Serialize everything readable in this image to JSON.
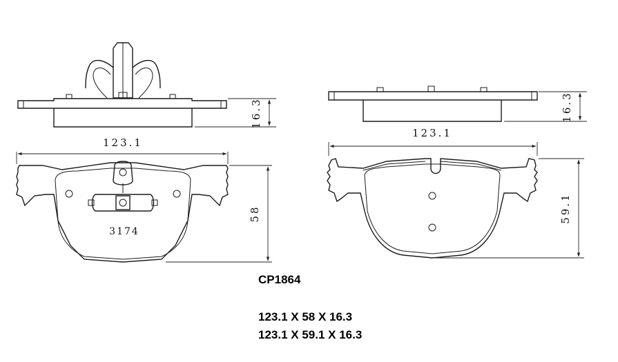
{
  "part_number": "CP1864",
  "dimension_lines": [
    "123.1 X 58 X 16.3",
    "123.1 X 59.1 X 16.3"
  ],
  "left_pad": {
    "width": "123.1",
    "height": "58",
    "thickness": "16.3",
    "stamp": "3174"
  },
  "right_pad": {
    "width": "123.1",
    "height": "59.1",
    "thickness": "16.3"
  }
}
